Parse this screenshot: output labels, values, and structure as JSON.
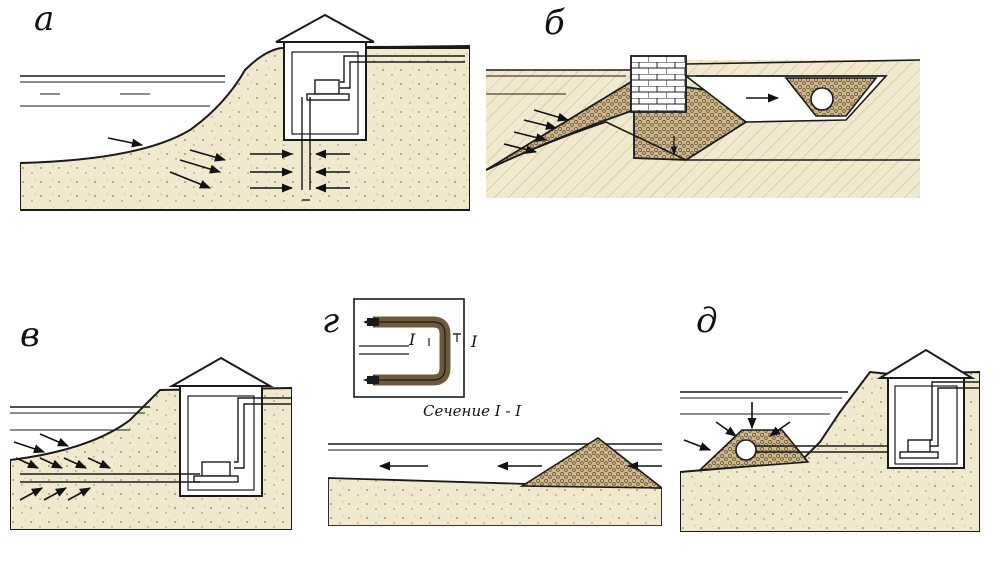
{
  "labels": {
    "a": "а",
    "b": "б",
    "v": "в",
    "g": "г",
    "d": "д"
  },
  "section_caption": "Сечение I - I",
  "section_marks": [
    "I",
    "I"
  ],
  "colors": {
    "soil": "#f1e9cd",
    "gravel": "#cdb78b",
    "line": "#1a1a1a"
  }
}
